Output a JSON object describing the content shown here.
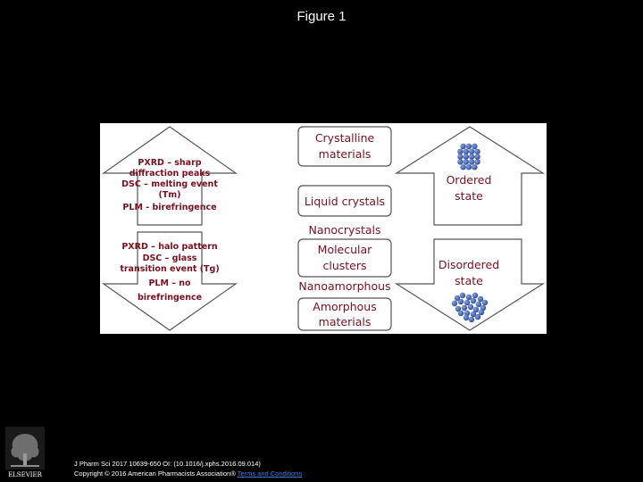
{
  "slide": {
    "title": "Figure 1"
  },
  "diagram": {
    "center_boxes": [
      {
        "lines": [
          "Crystalline",
          "materials"
        ]
      },
      {
        "lines": [
          "Liquid crystals"
        ]
      },
      {
        "lines": [
          "Molecular",
          "clusters"
        ]
      },
      {
        "lines": [
          "Amorphous",
          "materials"
        ]
      }
    ],
    "between_labels": {
      "nanocrystals": "Nanocrystals",
      "nanoamorphous": "Nanoamorphous"
    },
    "left_top_arrow": {
      "lines": [
        "PXRD – sharp",
        "diffraction peaks",
        "DSC – melting event",
        "(Tm)",
        "PLM - birefringence"
      ]
    },
    "left_bottom_arrow": {
      "lines": [
        "PXRD – halo pattern",
        "DSC – glass",
        "transition event (Tg)",
        "PLM – no",
        "birefringence"
      ]
    },
    "right_top_arrow": {
      "lines": [
        "Ordered",
        "state"
      ]
    },
    "right_bottom_arrow": {
      "lines": [
        "Disordered",
        "state"
      ]
    },
    "colors": {
      "text": "#7a0f1e",
      "border": "#555555",
      "sphere": "#2e4e9a",
      "sphere_highlight": "#8aa4e0"
    }
  },
  "citation": {
    "line1": "J Pharm Sci 2017 10639-650 OI: (10.1016/j.xphs.2016.09.014)",
    "line2_prefix": "Copyright © 2016 American Pharmacists Association® ",
    "terms_link": "Terms and Conditions"
  },
  "publisher": {
    "name": "ELSEVIER"
  }
}
